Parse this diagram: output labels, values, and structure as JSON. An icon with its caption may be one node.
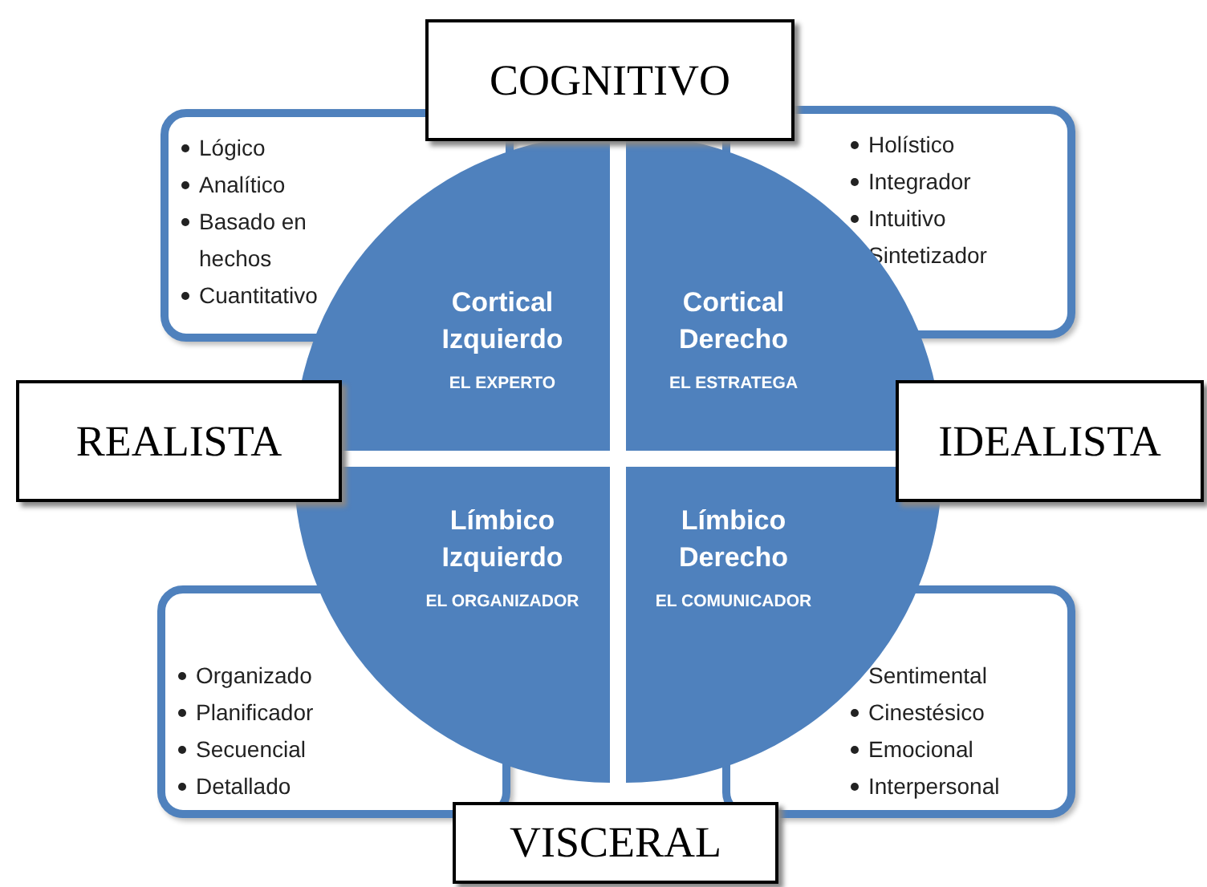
{
  "diagram": {
    "nodes": [
      {
        "text": [
          "COGNITIVO"
        ]
      },
      {
        "text": [
          "Lógico",
          "Analítico",
          "Basado en hechos",
          "Cuantitativo"
        ]
      },
      {
        "text": [
          "Holístico",
          "Integrador",
          "Intuitivo Sintetizador"
        ]
      },
      {
        "text": [
          "Cortical Izquierdo",
          "EL EXPERTO"
        ]
      },
      {
        "text": [
          "Cortical Derecho",
          "EL ESTRATEGA"
        ]
      },
      {
        "text": [
          "REALISTA"
        ]
      },
      {
        "text": [
          "IDEALISTA"
        ]
      },
      {
        "text": [
          "Límbico Izquierdo",
          "EL ORGANIZADOR"
        ]
      },
      {
        "text": [
          "Límbico Derecho",
          "EL COMUNICADOR"
        ]
      },
      {
        "text": [
          "Organizado",
          "Planificador",
          "Secuencial",
          "Detallado"
        ]
      },
      {
        "text": [
          "Sentimental",
          "Cinestésico",
          "Emocional",
          "Interpersonal"
        ]
      },
      {
        "text": [
          "VISCERAL"
        ]
      }
    ]
  }
}
